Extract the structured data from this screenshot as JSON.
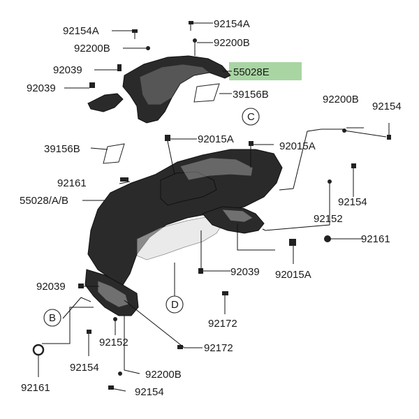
{
  "highlight_color": "#a9d5a3",
  "part_color": "#2a2a2a",
  "labels": {
    "l_92154A_left": "92154A",
    "l_92154A_top": "92154A",
    "l_92200B_left": "92200B",
    "l_92200B_top": "92200B",
    "l_92039_a": "92039",
    "l_55028E": "55028E",
    "l_92039_b": "92039",
    "l_39156B_right": "39156B",
    "l_92200B_right": "92200B",
    "l_92154_right": "92154",
    "l_C": "C",
    "l_39156B_left": "39156B",
    "l_92015A_a": "92015A",
    "l_92015A_b": "92015A",
    "l_92161_left": "92161",
    "l_55028AB": "55028/A/B",
    "l_92154_mid": "92154",
    "l_92152_right": "92152",
    "l_92161_right": "92161",
    "l_92039_c": "92039",
    "l_92015A_c": "92015A",
    "l_92039_d": "92039",
    "l_D": "D",
    "l_B": "B",
    "l_92172_a": "92172",
    "l_92172_b": "92172",
    "l_92152_bottom": "92152",
    "l_92154_bottom": "92154",
    "l_92200B_bottom": "92200B",
    "l_92161_bottom": "92161",
    "l_92154_bottom2": "92154"
  }
}
